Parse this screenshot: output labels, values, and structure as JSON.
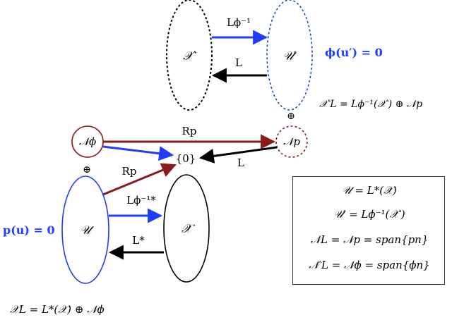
{
  "colors": {
    "blue": "#1f3cff",
    "black": "#000000",
    "red": "#8b1a1a",
    "gray": "#666666"
  },
  "nodes": {
    "x_prime": "𝒳′",
    "u_prime": "𝒰′",
    "n_phi": "𝒩ϕ",
    "n_p": "𝒩p",
    "zero_set": "{0}",
    "oplus_top": "⊕",
    "oplus_left": "⊕",
    "u": "𝒰",
    "x": "𝒳"
  },
  "edges": {
    "l_phi_inv_top": "Lϕ⁻¹",
    "l_top": "L",
    "r_p_top": "Rp",
    "l_mid": "L",
    "r_p_left": "Rp",
    "l_phi_inv_star": "Lϕ⁻¹*",
    "l_star": "L*"
  },
  "annotations": {
    "phi_condition": "ϕ(u′) = 0",
    "x_l_prime_def": "𝒳′L = Lϕ⁻¹(𝒳′) ⊕ 𝒩p",
    "p_condition": "p(u) = 0",
    "x_l_def": "𝒳L = L*(𝒳) ⊕ 𝒩ϕ"
  },
  "legend": {
    "line1": "𝒰 = L*(𝒳)",
    "line2": "𝒰′ = Lϕ⁻¹(𝒳′)",
    "line3": "𝒩L = 𝒩p = span{pn}",
    "line4": "𝒩′L = 𝒩ϕ = span{ϕn}"
  }
}
